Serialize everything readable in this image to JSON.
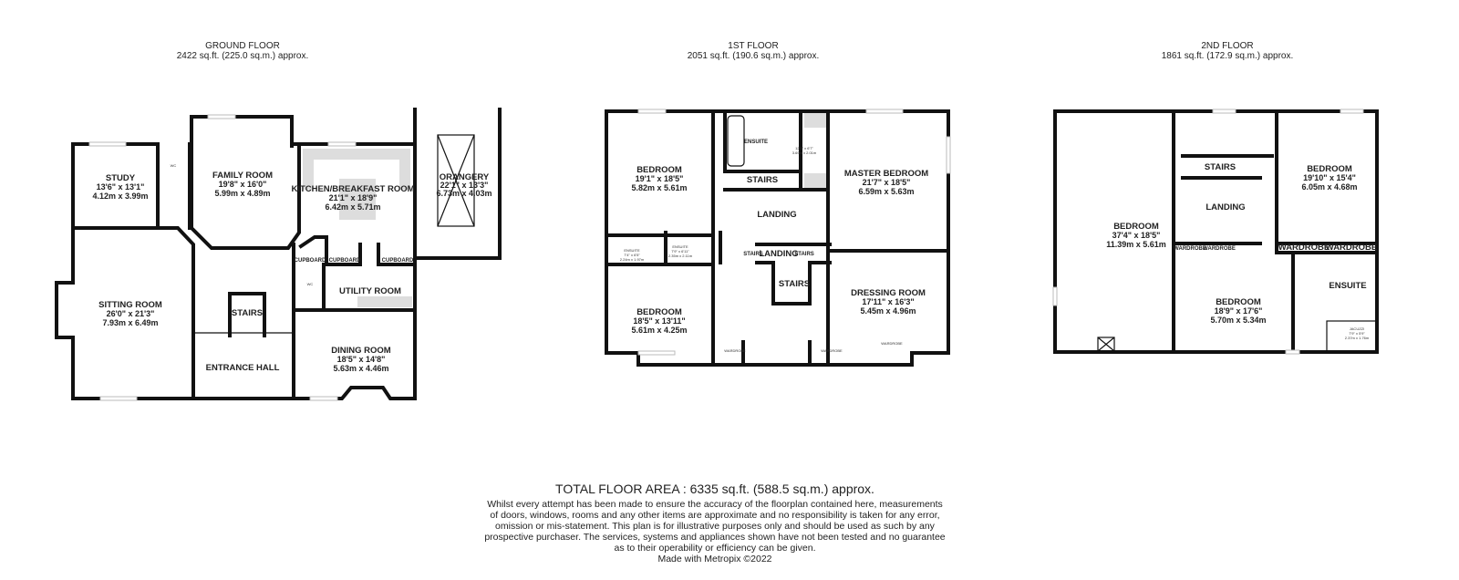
{
  "floors": [
    {
      "title": "GROUND FLOOR",
      "area": "2422 sq.ft. (225.0 sq.m.) approx.",
      "rooms": [
        {
          "name": "STUDY",
          "imperial": "13'6\" x 13'1\"",
          "metric": "4.12m x 3.99m"
        },
        {
          "name": "FAMILY ROOM",
          "imperial": "19'8\" x 16'0\"",
          "metric": "5.99m x 4.89m"
        },
        {
          "name": "KITCHEN/BREAKFAST ROOM",
          "imperial": "21'1\" x 18'9\"",
          "metric": "6.42m x 5.71m"
        },
        {
          "name": "ORANGERY",
          "imperial": "22'1\" x 13'3\"",
          "metric": "6.73m x 4.03m"
        },
        {
          "name": "SITTING ROOM",
          "imperial": "26'0\" x 21'3\"",
          "metric": "7.93m x 6.49m"
        },
        {
          "name": "DINING ROOM",
          "imperial": "18'5\" x 14'8\"",
          "metric": "5.63m x 4.46m"
        },
        {
          "name": "ENTRANCE HALL"
        },
        {
          "name": "STAIRS"
        },
        {
          "name": "UTILITY ROOM"
        },
        {
          "name": "CUPBOARD"
        },
        {
          "name": "CUPBOARD"
        },
        {
          "name": "CUPBOARD"
        },
        {
          "name": "WC"
        },
        {
          "name": "WC"
        }
      ]
    },
    {
      "title": "1ST FLOOR",
      "area": "2051 sq.ft. (190.6 sq.m.) approx.",
      "rooms": [
        {
          "name": "BEDROOM",
          "imperial": "19'1\" x 18'5\"",
          "metric": "5.82m x 5.61m"
        },
        {
          "name": "MASTER BEDROOM",
          "imperial": "21'7\" x 18'5\"",
          "metric": "6.59m x 5.63m"
        },
        {
          "name": "BEDROOM",
          "imperial": "18'5\" x 13'11\"",
          "metric": "5.61m x 4.25m"
        },
        {
          "name": "DRESSING ROOM",
          "imperial": "17'11\" x 16'3\"",
          "metric": "5.45m x 4.96m"
        },
        {
          "name": "ENSUITE"
        },
        {
          "name": "ENSUITE",
          "imperial": "7'4\" x 6'5\"",
          "metric": "2.24m x 1.97m"
        },
        {
          "name": "ENSUITE",
          "imperial": "7'9\" x 6'11\"",
          "metric": "2.35m x 2.11m"
        },
        {
          "name": "",
          "imperial": "12'1\" x 6'7\"",
          "metric": "3.69m x 2.01m"
        },
        {
          "name": "STAIRS"
        },
        {
          "name": "LANDING"
        },
        {
          "name": "STAIRS"
        },
        {
          "name": "LANDING"
        },
        {
          "name": "STAIRS"
        },
        {
          "name": "STAIRS"
        },
        {
          "name": "WARDROBE"
        },
        {
          "name": "WARDROBE"
        },
        {
          "name": "WARDROBE"
        }
      ]
    },
    {
      "title": "2ND FLOOR",
      "area": "1861 sq.ft. (172.9 sq.m.) approx.",
      "rooms": [
        {
          "name": "BEDROOM",
          "imperial": "37'4\" x 18'5\"",
          "metric": "11.39m x 5.61m"
        },
        {
          "name": "BEDROOM",
          "imperial": "19'10\" x 15'4\"",
          "metric": "6.05m x 4.68m"
        },
        {
          "name": "BEDROOM",
          "imperial": "18'9\" x 17'6\"",
          "metric": "5.70m x 5.34m"
        },
        {
          "name": "STAIRS"
        },
        {
          "name": "LANDING"
        },
        {
          "name": "ENSUITE"
        },
        {
          "name": "JACUZZI",
          "imperial": "7'9\" x 5'9\"",
          "metric": "2.37m x 1.76m"
        },
        {
          "name": "WARDROBE"
        },
        {
          "name": "WARDROBE"
        },
        {
          "name": "WARDROBE"
        },
        {
          "name": "WARDROBE"
        }
      ]
    }
  ],
  "footer": {
    "total": "TOTAL FLOOR AREA : 6335 sq.ft. (588.5 sq.m.) approx.",
    "disclaimer": [
      "Whilst every attempt has been made to ensure the accuracy of the floorplan contained here, measurements",
      "of doors, windows, rooms and any other items are approximate and no responsibility is taken for any error,",
      "omission or mis-statement. This plan is for illustrative purposes only and should be used as such by any",
      "prospective purchaser. The services, systems and appliances shown have not been tested and no guarantee",
      "as to their operability or efficiency can be given."
    ],
    "credit": "Made with Metropix ©2022"
  }
}
